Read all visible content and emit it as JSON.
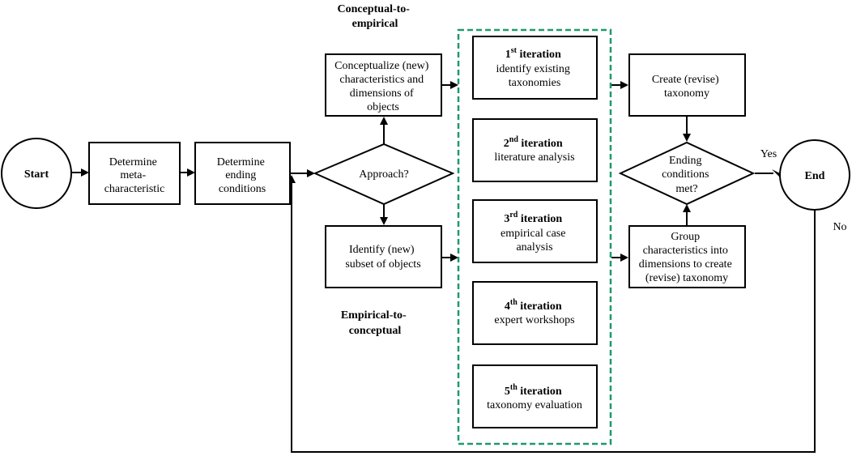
{
  "nodes": {
    "start": "Start",
    "meta": [
      "Determine",
      "meta-",
      "characteristic"
    ],
    "ending": [
      "Determine",
      "ending",
      "conditions"
    ],
    "approach": "Approach?",
    "conceptualize": [
      "Conceptualize (new)",
      "characteristics and",
      "dimensions of",
      "objects"
    ],
    "identify": [
      "Identify (new)",
      "subset of objects"
    ],
    "create": [
      "Create (revise)",
      "taxonomy"
    ],
    "ending_met": [
      "Ending",
      "conditions",
      "met?"
    ],
    "group": [
      "Group",
      "characteristics into",
      "dimensions to create",
      "(revise) taxonomy"
    ],
    "end": "End"
  },
  "path_labels": {
    "conceptual": [
      "Conceptual-to-",
      "empirical"
    ],
    "empirical": [
      "Empirical-to-",
      "conceptual"
    ],
    "yes": "Yes",
    "no": "No"
  },
  "iterations": [
    {
      "num": "1",
      "sup": "st",
      "word": "iteration",
      "desc": [
        "identify existing",
        "taxonomies"
      ]
    },
    {
      "num": "2",
      "sup": "nd",
      "word": "iteration",
      "desc": [
        "literature analysis"
      ]
    },
    {
      "num": "3",
      "sup": "rd",
      "word": "iteration",
      "desc": [
        "empirical case",
        "analysis"
      ]
    },
    {
      "num": "4",
      "sup": "th",
      "word": "iteration",
      "desc": [
        "expert workshops"
      ]
    },
    {
      "num": "5",
      "sup": "th",
      "word": "iteration",
      "desc": [
        "taxonomy evaluation"
      ]
    }
  ],
  "colors": {
    "iteration_frame": "#1e9a6a"
  }
}
